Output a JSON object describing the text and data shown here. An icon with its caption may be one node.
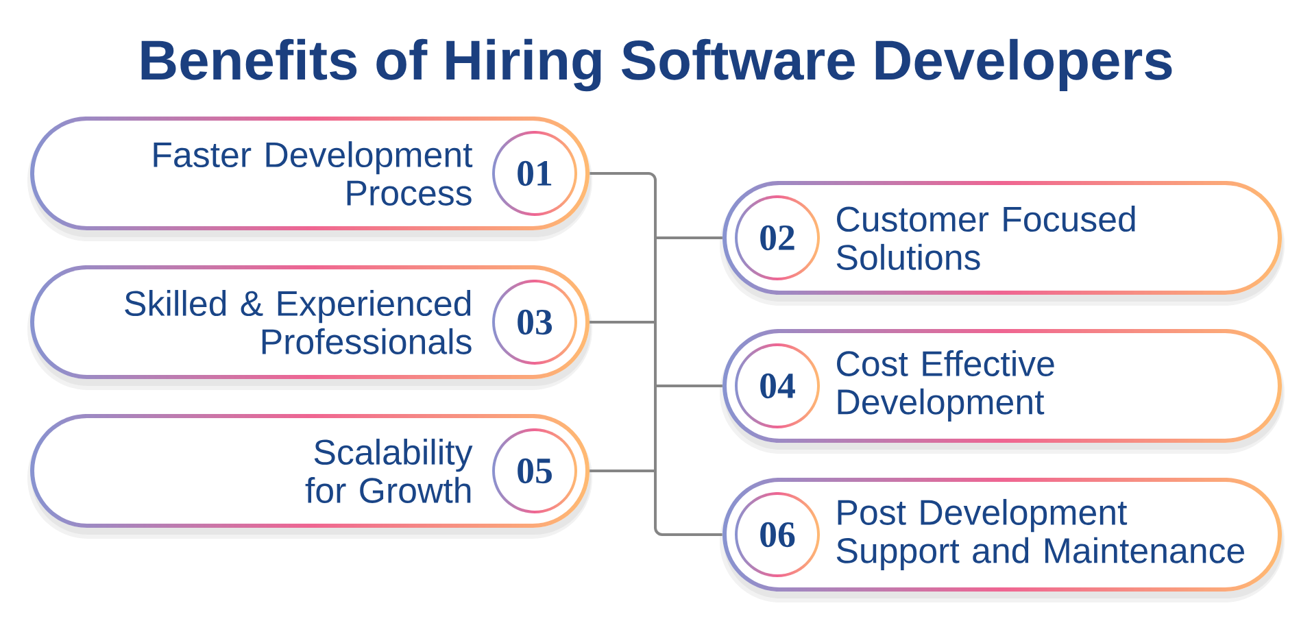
{
  "diagram": {
    "title": "Benefits of Hiring Software Developers",
    "nodes": [
      {
        "text": [
          "Faster Development Process"
        ]
      },
      {
        "text": [
          "01"
        ],
        "in": 0
      },
      {
        "text": [
          "Customer Focused Solutions"
        ]
      },
      {
        "text": [
          "02"
        ],
        "in": 2
      },
      {
        "text": [
          "Skilled & Experienced Professionals"
        ]
      },
      {
        "text": [
          "03"
        ],
        "in": 4
      },
      {
        "text": [
          "Cost Effective Development"
        ]
      },
      {
        "text": [
          "04"
        ],
        "in": 6
      },
      {
        "text": [
          "Scalability for Growth"
        ]
      },
      {
        "text": [
          "05"
        ],
        "in": 8
      },
      {
        "text": [
          "Post Development Support and Maintenance"
        ]
      },
      {
        "text": [
          "06"
        ],
        "in": 10
      }
    ],
    "edges": [
      {
        "from": 0,
        "to": 2,
        "arrow": "none"
      },
      {
        "from": 2,
        "to": 4,
        "arrow": "none"
      },
      {
        "from": 4,
        "to": 6,
        "arrow": "none"
      },
      {
        "from": 6,
        "to": 8,
        "arrow": "none"
      },
      {
        "from": 8,
        "to": 10,
        "arrow": "none"
      }
    ]
  }
}
